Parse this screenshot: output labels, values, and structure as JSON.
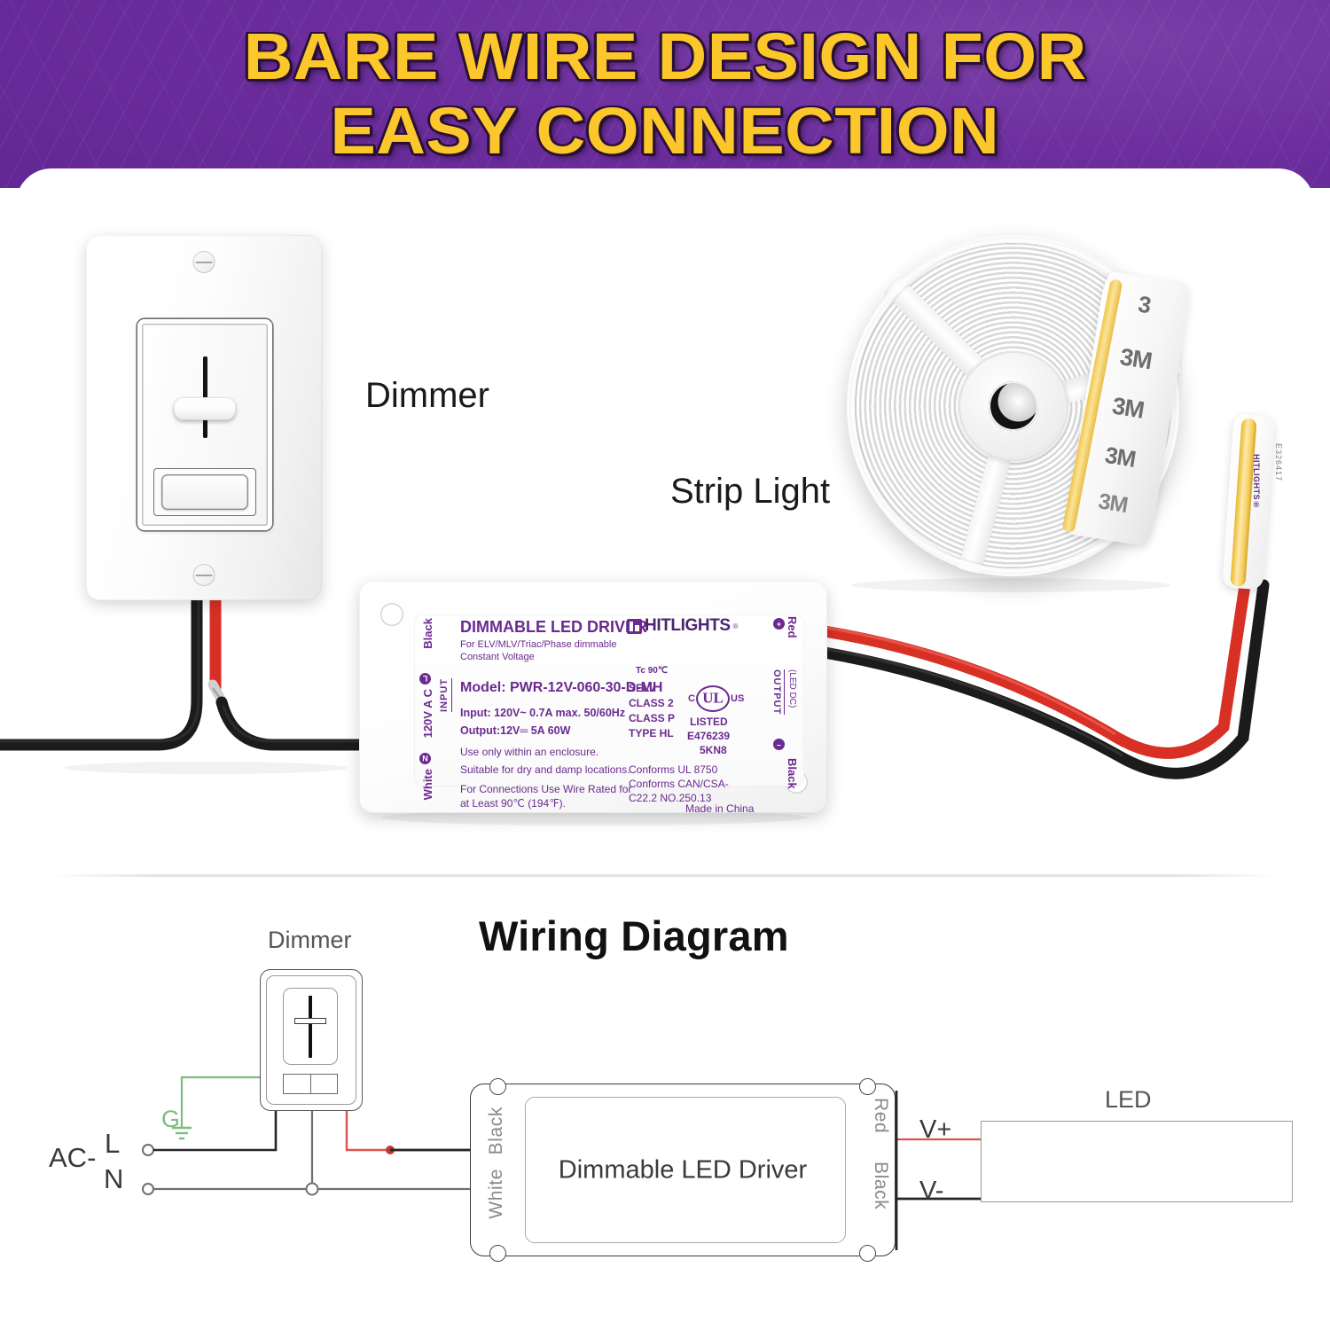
{
  "banner": {
    "line1": "BARE WIRE DESIGN FOR",
    "line2": "EASY CONNECTION",
    "bg_color": "#6b2d9c",
    "text_color": "#FBC72A"
  },
  "photos": {
    "dimmer_label": "Dimmer",
    "strip_light_label": "Strip Light"
  },
  "driver_label": {
    "title": "DIMMABLE LED DRIVER",
    "subtitle_line1": "For ELV/MLV/Triac/Phase dimmable",
    "subtitle_line2": "Constant Voltage",
    "brand": "HITLIGHTS",
    "brand_reg": "®",
    "tc": "Tc 90℃",
    "model": "Model: PWR-12V-060-30-D-MH",
    "input": "Input: 120V~ 0.7A max. 50/60Hz",
    "output": "Output:12V═  5A  60W",
    "note1": "Use only within an enclosure.",
    "note2": "Suitable for dry and damp locations.",
    "note3_line1": "For Connections Use Wire Rated for",
    "note3_line2": "at Least 90℃ (194℉).",
    "cert": {
      "selv": "SELV",
      "class2": "CLASS 2",
      "classp": "CLASS P",
      "typehl": "TYPE HL",
      "ul_c": "C",
      "ul_us": "US",
      "listed": "LISTED",
      "file1": "E476239",
      "file2": "5KN8",
      "conforms1": "Conforms UL 8750",
      "conforms2": "Conforms CAN/CSA-",
      "conforms3": "C22.2 NO.250.13",
      "origin": "Made in China"
    },
    "input_side": {
      "black": "Black",
      "l_mark": "L",
      "voltage": "120V A C",
      "n_mark": "N",
      "white": "White",
      "heading": "INPUT"
    },
    "output_side": {
      "plus": "+",
      "red": "Red",
      "heading": "OUTPUT",
      "sub": "(LED DC)",
      "minus": "–",
      "black": "Black"
    }
  },
  "reel": {
    "tape_marks": [
      "3",
      "3M",
      "3M",
      "3M",
      "3M"
    ],
    "strip_brand": "HITLIGHTS®",
    "strip_code": "E326417"
  },
  "wiring": {
    "title": "Wiring Diagram",
    "dimmer_label": "Dimmer",
    "driver_label": "Dimmable LED Driver",
    "led_label": "LED",
    "ac_label": "AC-",
    "line_label": "L",
    "neutral_label": "N",
    "ground_label": "G",
    "in_black": "Black",
    "in_white": "White",
    "out_red": "Red",
    "out_black": "Black",
    "v_plus": "V+",
    "v_minus": "V-"
  },
  "colors": {
    "purple": "#6b2a8f",
    "yellow": "#FBC72A",
    "red_wire": "#d93025",
    "black_wire": "#1b1b1b",
    "green_ground": "#79bd7f"
  }
}
